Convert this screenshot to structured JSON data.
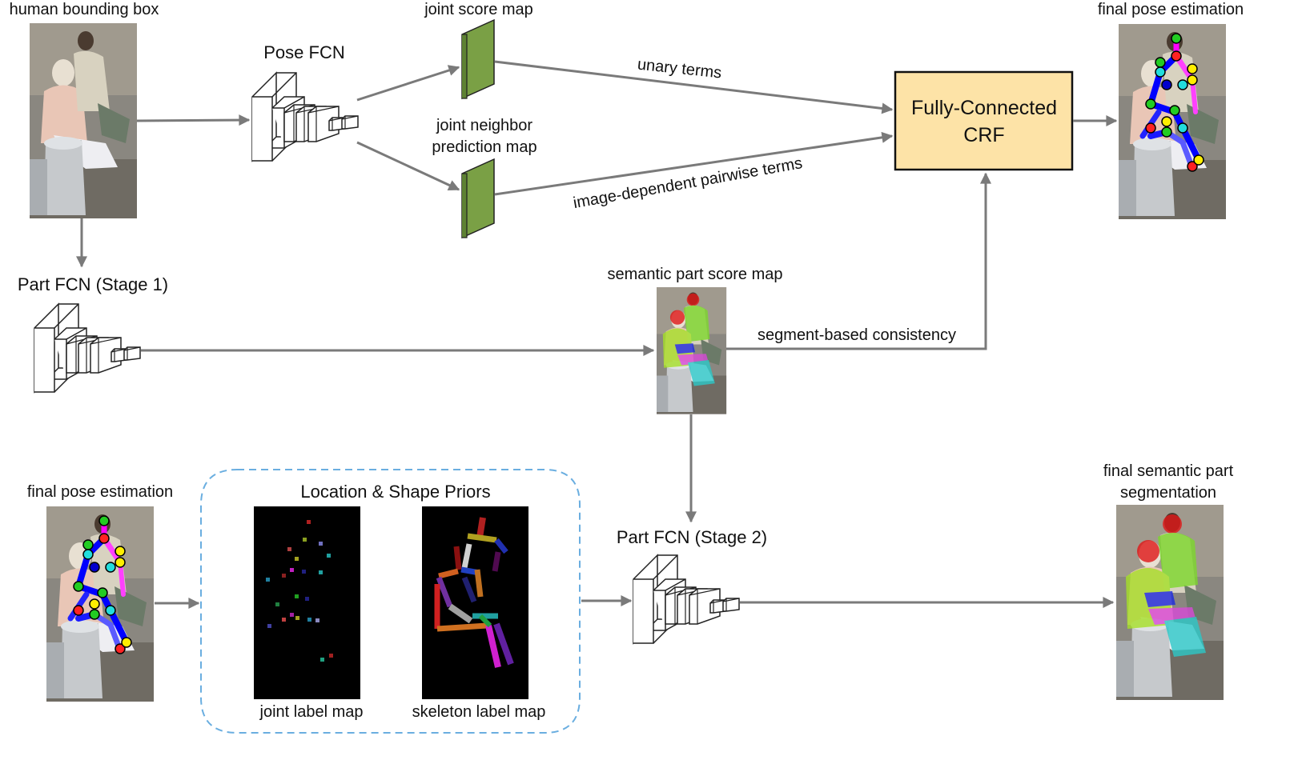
{
  "labels": {
    "human_bbox": "human bounding box",
    "pose_fcn": "Pose FCN",
    "joint_score_map": "joint score map",
    "joint_neighbor_1": "joint neighbor",
    "joint_neighbor_2": "prediction map",
    "unary_terms": "unary terms",
    "pairwise_terms": "image-dependent pairwise terms",
    "crf_1": "Fully-Connected",
    "crf_2": "CRF",
    "final_pose_top": "final pose estimation",
    "part_fcn_stage1": "Part FCN (Stage 1)",
    "semantic_part_score_map": "semantic part score map",
    "segment_consistency": "segment-based consistency",
    "final_pose_bottom": "final pose estimation",
    "priors_title": "Location & Shape Priors",
    "joint_label_map": "joint label map",
    "skeleton_label_map": "skeleton label map",
    "part_fcn_stage2": "Part FCN (Stage 2)",
    "final_seg_1": "final semantic part",
    "final_seg_2": "segmentation"
  },
  "colors": {
    "arrow": "#7a7a7a",
    "feature_map": "#7aa045",
    "crf_fill": "#fde3a7",
    "priors_border": "#6aaee0",
    "photo_background": "#8a8780"
  },
  "icons": {
    "network": "fcn-block-icon",
    "feature_map": "feature-map-slab-icon",
    "photo": "person-photo-thumbnail"
  }
}
